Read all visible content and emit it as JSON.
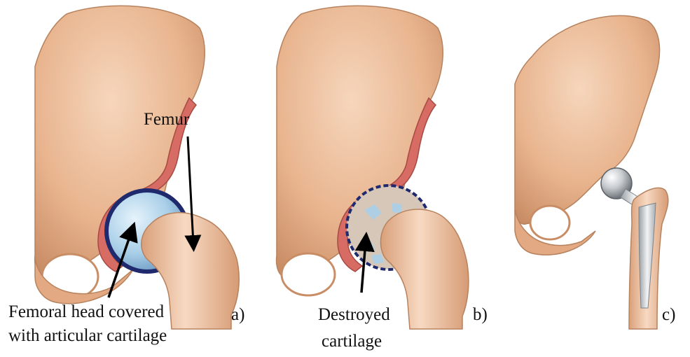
{
  "panels": [
    {
      "id": "a",
      "letter": "a)"
    },
    {
      "id": "b",
      "letter": "b)"
    },
    {
      "id": "c",
      "letter": "c)"
    }
  ],
  "labels": {
    "femur": "Femur",
    "femoral_head_line1": "Femoral head covered",
    "femoral_head_line2": "with articular cartilage",
    "destroyed_line1": "Destroyed",
    "destroyed_line2": "cartilage"
  },
  "colors": {
    "bone": "#e8b48e",
    "bone_dark": "#c98d65",
    "bone_light": "#f5d2b6",
    "socket_red": "#d66c63",
    "cartilage_blue": "#a9cfe8",
    "cartilage_edge": "#1f2a6e",
    "implant_metal": "#c8ccd0"
  }
}
